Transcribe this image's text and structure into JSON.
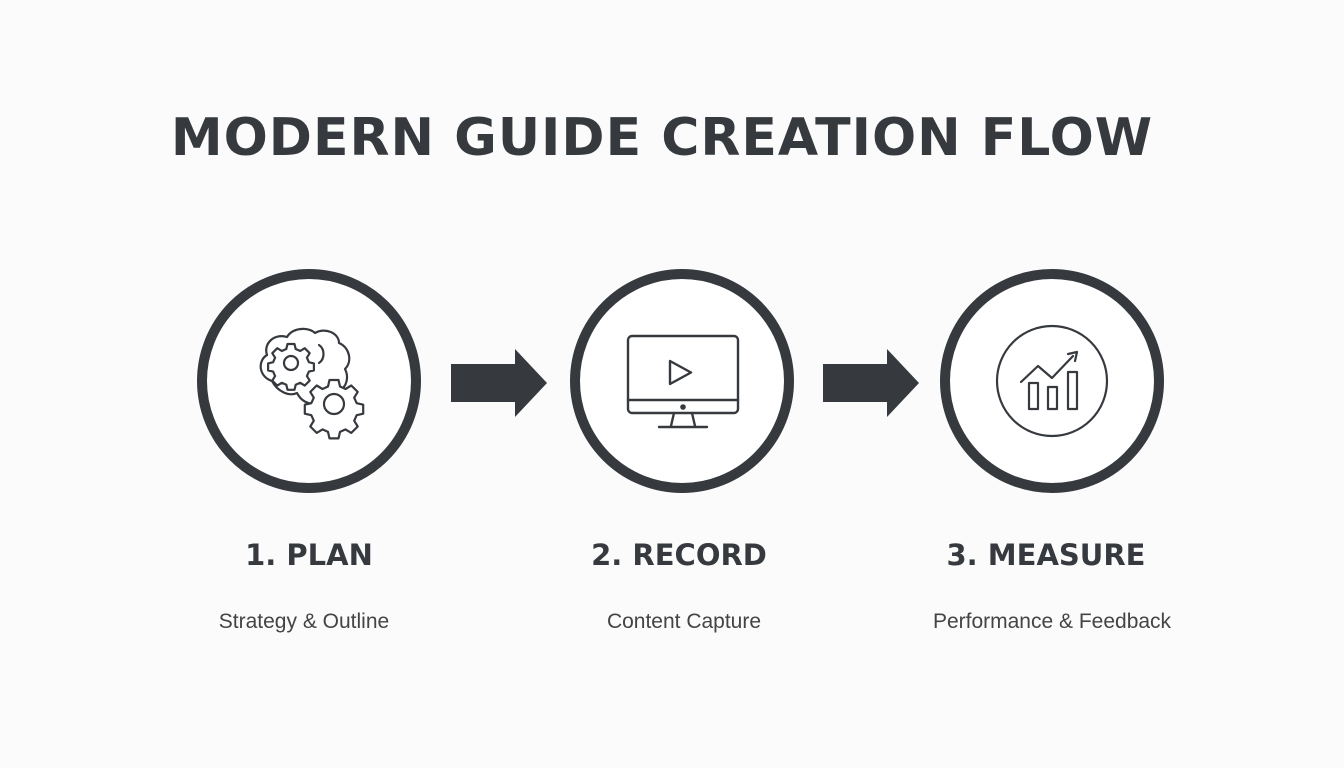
{
  "title": "MODERN GUIDE CREATION FLOW",
  "colors": {
    "primary": "#363a3f",
    "background": "#fbfbfb"
  },
  "steps": [
    {
      "label": "1. PLAN",
      "subtitle": "Strategy & Outline",
      "icon": "brain-gears-icon"
    },
    {
      "label": "2. RECORD",
      "subtitle": "Content Capture",
      "icon": "monitor-play-icon"
    },
    {
      "label": "3. MEASURE",
      "subtitle": "Performance & Feedback",
      "icon": "growth-chart-icon"
    }
  ],
  "connectors": [
    {
      "icon": "arrow-right-icon"
    },
    {
      "icon": "arrow-right-icon"
    }
  ]
}
